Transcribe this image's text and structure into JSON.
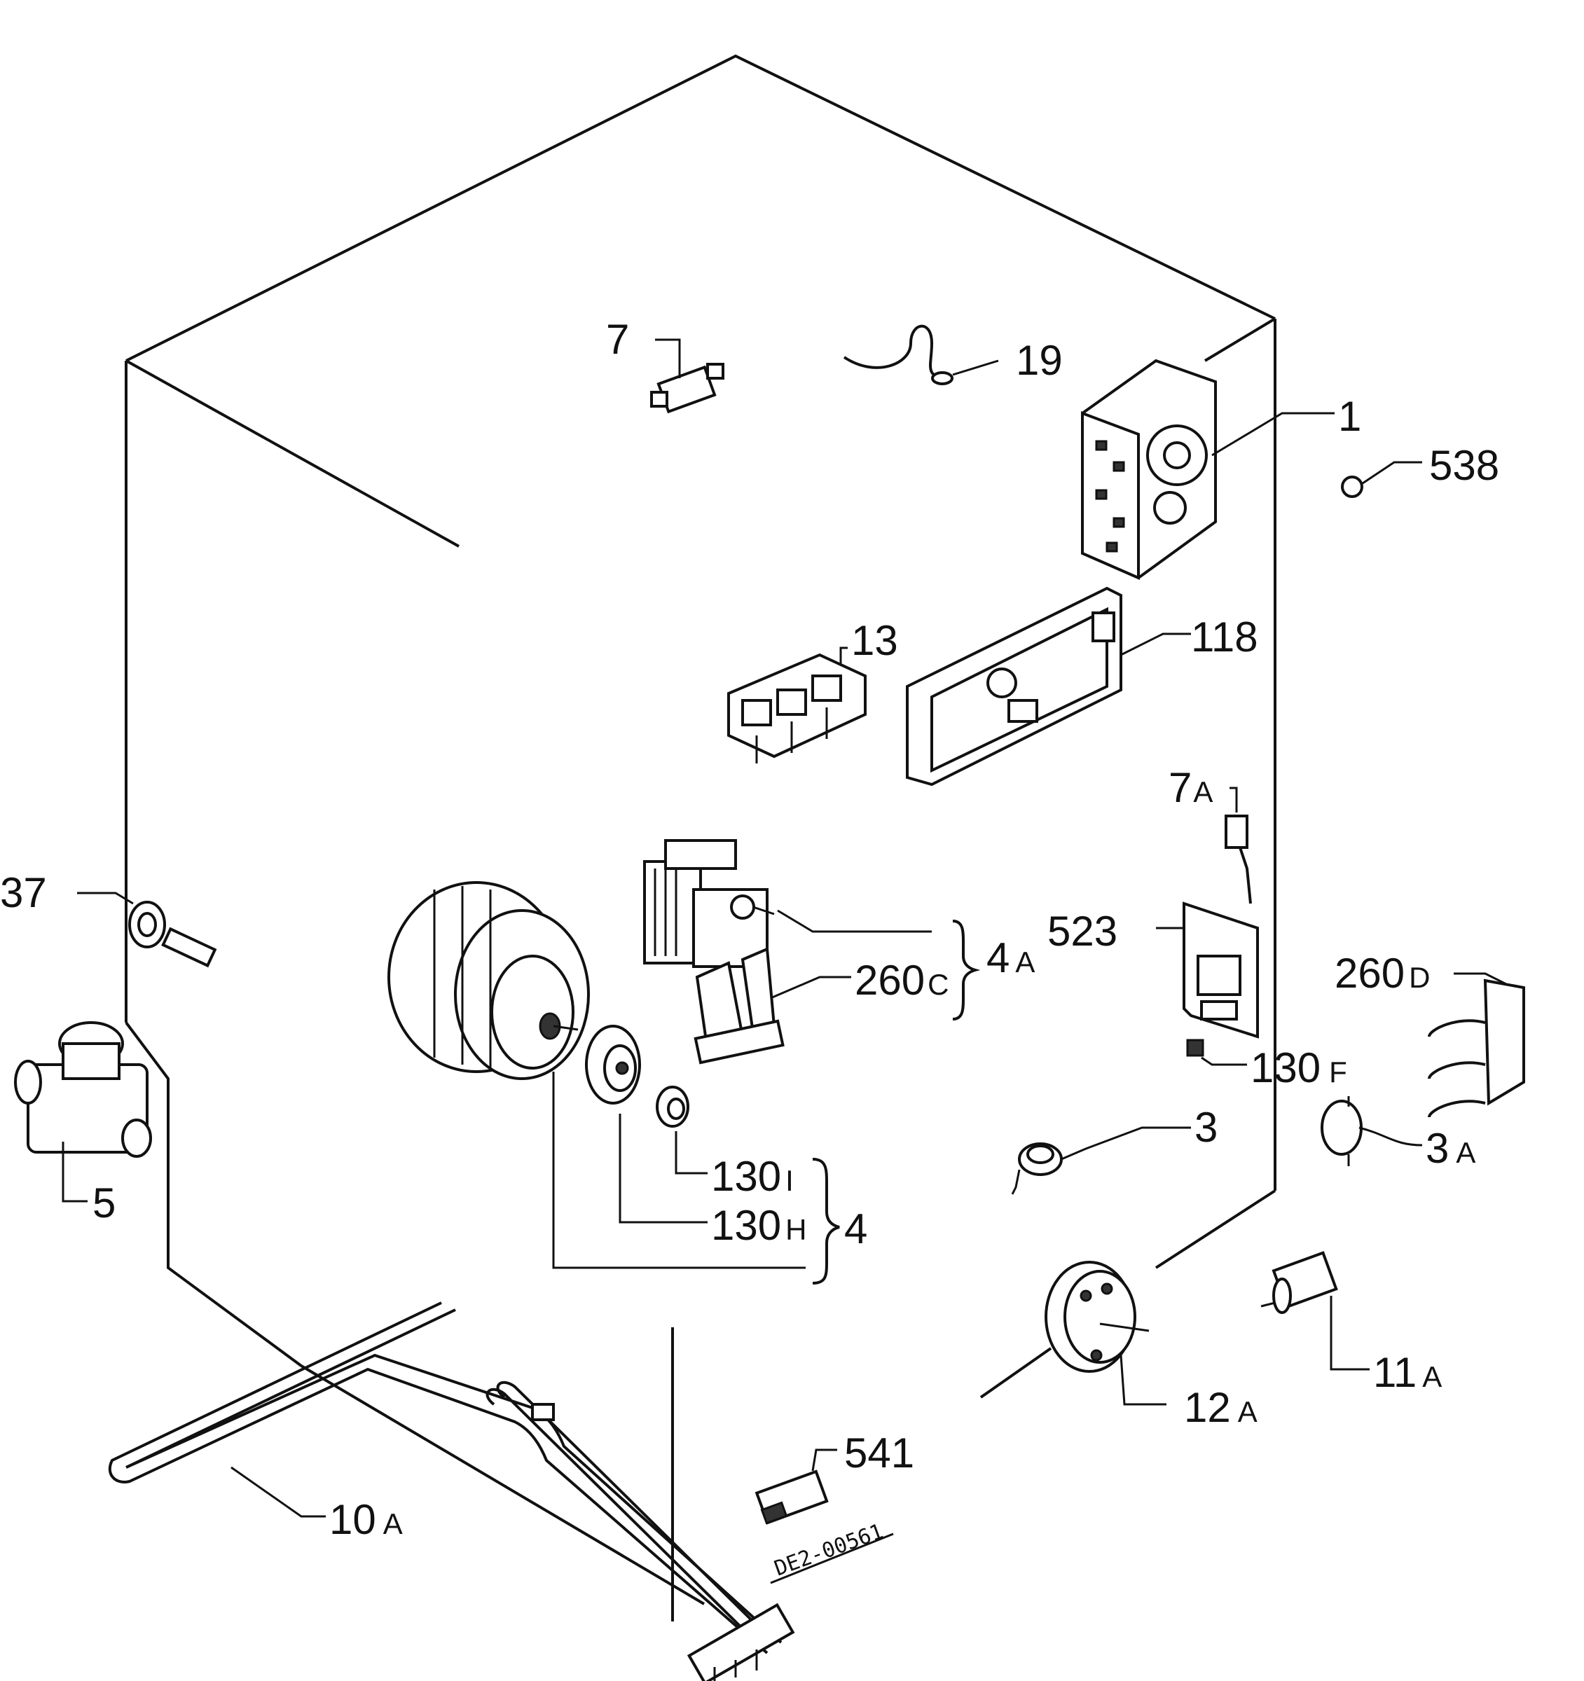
{
  "labels": {
    "l1": "1",
    "l3": "3",
    "l3a": "3",
    "l3a_sub": "A",
    "l4": "4",
    "l4a": "4",
    "l4a_sub": "A",
    "l5": "5",
    "l7": "7",
    "l7a": "7",
    "l7a_sub": "A",
    "l10a": "10",
    "l10a_sub": "A",
    "l11a": "11",
    "l11a_sub": "A",
    "l12a": "12",
    "l12a_sub": "A",
    "l13": "13",
    "l19": "19",
    "l37": "37",
    "l118": "118",
    "l130f": "130",
    "l130f_sub": "F",
    "l130h": "130",
    "l130h_sub": "H",
    "l130i": "130",
    "l130i_sub": "I",
    "l260c": "260",
    "l260c_sub": "C",
    "l260d": "260",
    "l260d_sub": "D",
    "l523": "523",
    "l538": "538",
    "l541": "541"
  },
  "drawing_code": "DE2-00561"
}
